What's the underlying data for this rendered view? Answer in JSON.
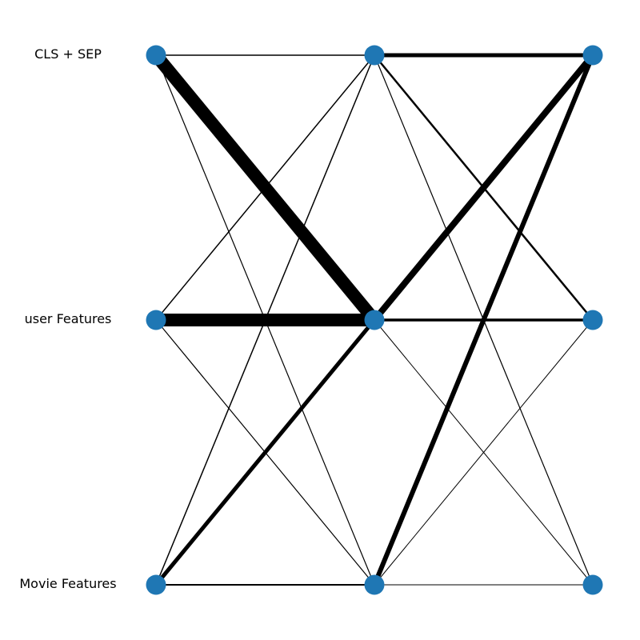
{
  "diagram": {
    "row_labels": [
      "CLS + SEP",
      "user Features",
      "Movie Features"
    ],
    "layer_count": 3,
    "node_color": "#1f77b4",
    "edge_color": "#000000",
    "edges": [
      {
        "from": [
          0,
          0
        ],
        "to": [
          1,
          0
        ],
        "weight": 1.5
      },
      {
        "from": [
          0,
          0
        ],
        "to": [
          1,
          1
        ],
        "weight": 16
      },
      {
        "from": [
          0,
          0
        ],
        "to": [
          1,
          2
        ],
        "weight": 1.2
      },
      {
        "from": [
          0,
          1
        ],
        "to": [
          1,
          0
        ],
        "weight": 1.5
      },
      {
        "from": [
          0,
          1
        ],
        "to": [
          1,
          1
        ],
        "weight": 16
      },
      {
        "from": [
          0,
          1
        ],
        "to": [
          1,
          2
        ],
        "weight": 1.2
      },
      {
        "from": [
          0,
          2
        ],
        "to": [
          1,
          0
        ],
        "weight": 1.5
      },
      {
        "from": [
          0,
          2
        ],
        "to": [
          1,
          1
        ],
        "weight": 5
      },
      {
        "from": [
          0,
          2
        ],
        "to": [
          1,
          2
        ],
        "weight": 2
      },
      {
        "from": [
          1,
          0
        ],
        "to": [
          2,
          0
        ],
        "weight": 5
      },
      {
        "from": [
          1,
          0
        ],
        "to": [
          2,
          1
        ],
        "weight": 2.5
      },
      {
        "from": [
          1,
          0
        ],
        "to": [
          2,
          2
        ],
        "weight": 1.2
      },
      {
        "from": [
          1,
          1
        ],
        "to": [
          2,
          0
        ],
        "weight": 8
      },
      {
        "from": [
          1,
          1
        ],
        "to": [
          2,
          1
        ],
        "weight": 3.5
      },
      {
        "from": [
          1,
          1
        ],
        "to": [
          2,
          2
        ],
        "weight": 1
      },
      {
        "from": [
          1,
          2
        ],
        "to": [
          2,
          0
        ],
        "weight": 6
      },
      {
        "from": [
          1,
          2
        ],
        "to": [
          2,
          1
        ],
        "weight": 1
      },
      {
        "from": [
          1,
          2
        ],
        "to": [
          2,
          2
        ],
        "weight": 1
      }
    ]
  }
}
